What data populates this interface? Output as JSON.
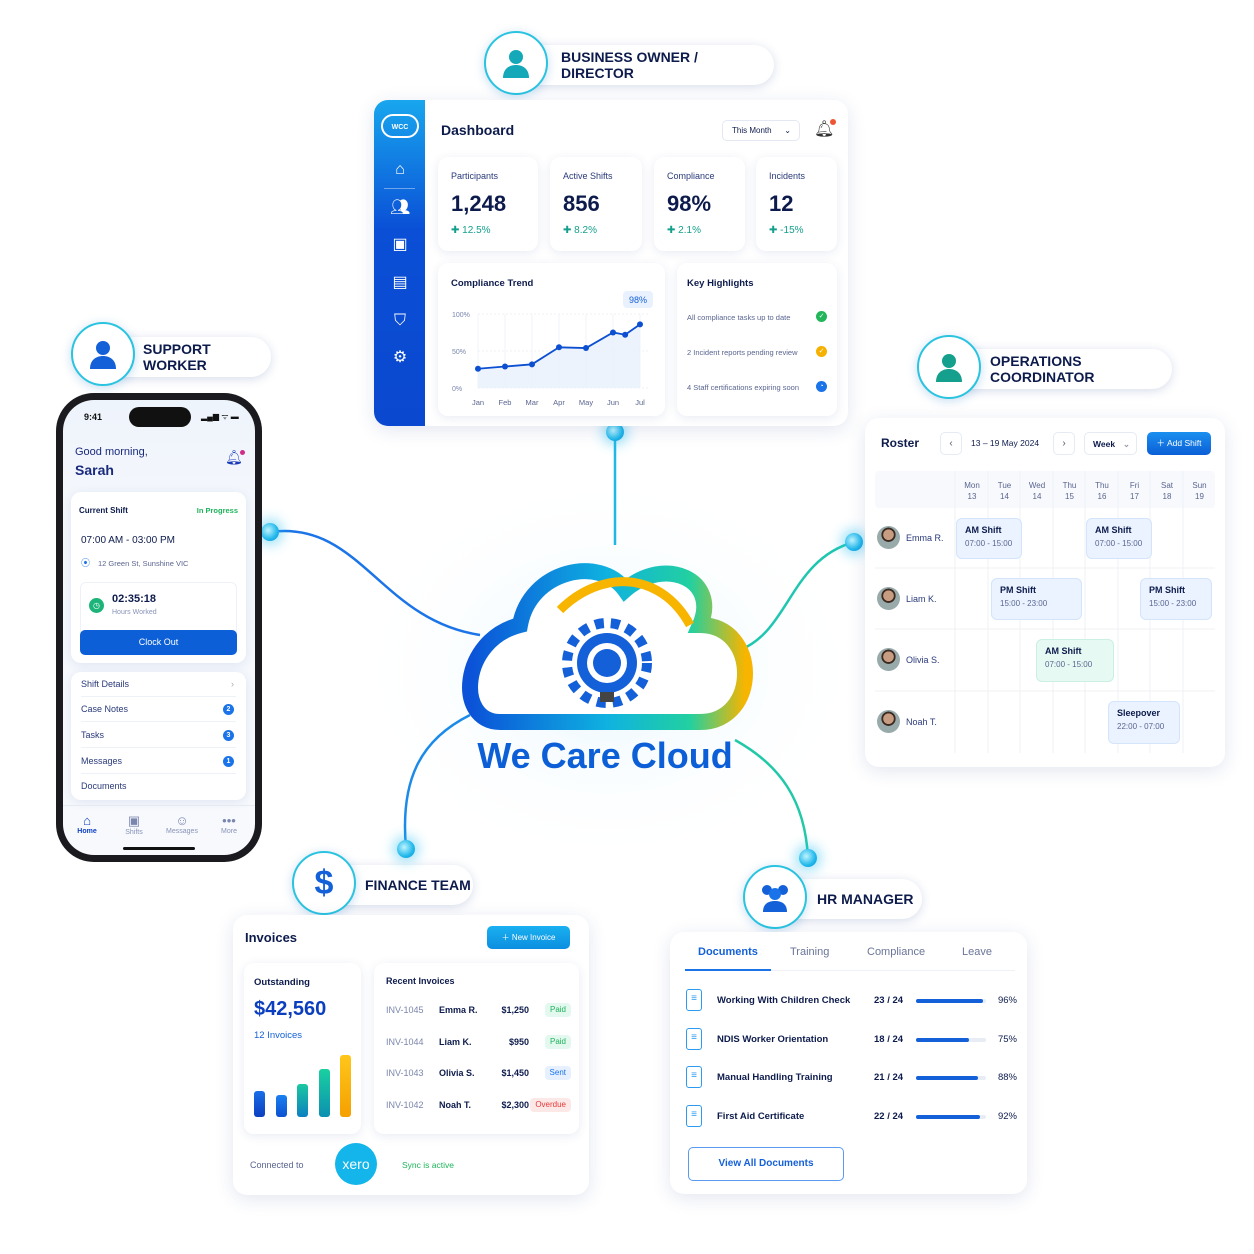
{
  "brand": {
    "name": "We Care Cloud",
    "logo_short": "WCC",
    "colors": {
      "primary": "#0c5fd6",
      "accent": "#1fb7ea",
      "teal": "#14a08c",
      "yellow": "#f7b500"
    }
  },
  "roles": {
    "owner": "BUSINESS OWNER / DIRECTOR",
    "support": "SUPPORT WORKER",
    "ops": "OPERATIONS COORDINATOR",
    "finance": "FINANCE TEAM",
    "hr": "HR MANAGER"
  },
  "dashboard": {
    "title": "Dashboard",
    "period": "This Month",
    "stats": [
      {
        "label": "Participants",
        "value": "1,248",
        "delta": "12.5%"
      },
      {
        "label": "Active Shifts",
        "value": "856",
        "delta": "8.2%"
      },
      {
        "label": "Compliance",
        "value": "98%",
        "delta": "2.1%"
      },
      {
        "label": "Incidents",
        "value": "12",
        "delta": "-15%"
      }
    ],
    "highlights_title": "Key Highlights",
    "highlights": [
      {
        "text": "All compliance tasks up to date",
        "status": "ok"
      },
      {
        "text": "2 Incident reports pending review",
        "status": "warning"
      },
      {
        "text": "4 Staff certifications expiring soon",
        "status": "info"
      }
    ]
  },
  "chart_data": {
    "type": "line",
    "title": "Compliance Trend",
    "categories": [
      "Jan",
      "Feb",
      "Mar",
      "Apr",
      "May",
      "Jun",
      "Jul"
    ],
    "x": [
      0,
      1,
      2,
      3,
      4,
      5,
      5.45,
      6
    ],
    "values": [
      26,
      29,
      32,
      55,
      54,
      75,
      72,
      86
    ],
    "yticks": [
      "0%",
      "50%",
      "100%"
    ],
    "ylim": [
      0,
      100
    ],
    "callout": "98%",
    "grid": true
  },
  "phone": {
    "time": "9:41",
    "greeting": "Good morning,",
    "name": "Sarah",
    "shift_title": "Current Shift",
    "shift_status": "In Progress",
    "shift_time": "07:00 AM - 03:00 PM",
    "address": "12 Green St, Sunshine VIC",
    "timer": "02:35:18",
    "timer_label": "Hours Worked",
    "clock_out": "Clock Out",
    "menu": [
      {
        "label": "Shift Details",
        "badge": null
      },
      {
        "label": "Case Notes",
        "badge": "2"
      },
      {
        "label": "Tasks",
        "badge": "3"
      },
      {
        "label": "Messages",
        "badge": "1"
      },
      {
        "label": "Documents",
        "badge": null
      }
    ],
    "nav": [
      "Home",
      "Shifts",
      "Messages",
      "More"
    ]
  },
  "roster": {
    "title": "Roster",
    "range": "13 – 19 May 2024",
    "view": "Week",
    "add": "Add Shift",
    "days": [
      {
        "d": "Mon",
        "n": "13"
      },
      {
        "d": "Tue",
        "n": "14"
      },
      {
        "d": "Wed",
        "n": "14"
      },
      {
        "d": "Thu",
        "n": "15"
      },
      {
        "d": "Thu",
        "n": "16"
      },
      {
        "d": "Fri",
        "n": "17"
      },
      {
        "d": "Sat",
        "n": "18"
      },
      {
        "d": "Sun",
        "n": "19"
      }
    ],
    "people": [
      "Emma R.",
      "Liam K.",
      "Olivia S.",
      "Noah T."
    ],
    "shifts": [
      {
        "name": "AM Shift",
        "time": "07:00 - 15:00"
      },
      {
        "name": "AM Shift",
        "time": "07:00 - 15:00"
      },
      {
        "name": "PM Shift",
        "time": "15:00 - 23:00"
      },
      {
        "name": "PM Shift",
        "time": "15:00 - 23:00"
      },
      {
        "name": "AM Shift",
        "time": "07:00 - 15:00"
      },
      {
        "name": "Sleepover",
        "time": "22:00 - 07:00"
      }
    ]
  },
  "invoices": {
    "title": "Invoices",
    "new": "New Invoice",
    "outstanding_label": "Outstanding",
    "outstanding": "$42,560",
    "count": "12 Invoices",
    "bars": [
      0.42,
      0.35,
      0.53,
      0.78,
      1.0
    ],
    "recent_title": "Recent Invoices",
    "rows": [
      {
        "id": "INV-1045",
        "name": "Emma R.",
        "amount": "$1,250",
        "status": "Paid"
      },
      {
        "id": "INV-1044",
        "name": "Liam K.",
        "amount": "$950",
        "status": "Paid"
      },
      {
        "id": "INV-1043",
        "name": "Olivia S.",
        "amount": "$1,450",
        "status": "Sent"
      },
      {
        "id": "INV-1042",
        "name": "Noah T.",
        "amount": "$2,300",
        "status": "Overdue"
      }
    ],
    "connected": "Connected to",
    "xero": "xero",
    "sync": "Sync is active"
  },
  "hr": {
    "tabs": [
      "Documents",
      "Training",
      "Compliance",
      "Leave"
    ],
    "docs": [
      {
        "name": "Working With Children Check",
        "count": "23 / 24",
        "pct": "96%",
        "value": 96
      },
      {
        "name": "NDIS Worker Orientation",
        "count": "18 / 24",
        "pct": "75%",
        "value": 75
      },
      {
        "name": "Manual Handling Training",
        "count": "21 / 24",
        "pct": "88%",
        "value": 88
      },
      {
        "name": "First Aid Certificate",
        "count": "22 / 24",
        "pct": "92%",
        "value": 92
      }
    ],
    "view_all": "View All Documents"
  }
}
